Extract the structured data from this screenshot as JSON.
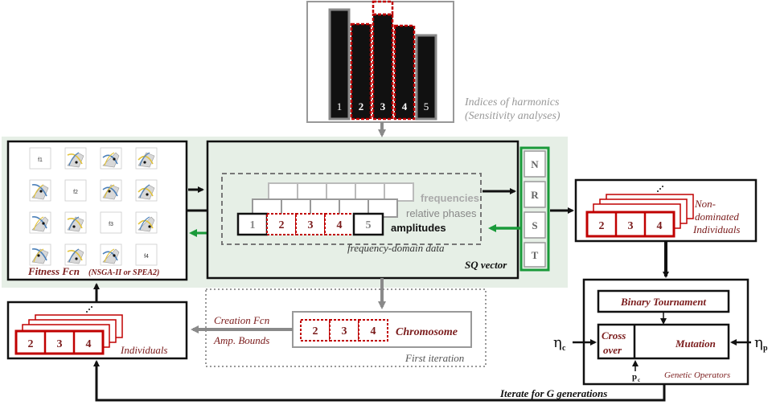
{
  "colors": {
    "red": "#c00000",
    "dark_red": "#7a1b1b",
    "green": "#1a9a3a",
    "panel": "#e6efe6",
    "gray": "#888888",
    "black": "#111111"
  },
  "harmonics": {
    "bar_labels": [
      "1",
      "2",
      "3",
      "4",
      "5"
    ],
    "caption_line1": "Indices of harmonics",
    "caption_line2": "(Sensitivity analyses)"
  },
  "fitness": {
    "title": "Fitness Fcn",
    "subtitle": "(NSGA-II or SPEA2)",
    "diag_labels": [
      "f1",
      "f2",
      "f3",
      "f4"
    ]
  },
  "sq": {
    "cells": [
      "1",
      "2",
      "3",
      "4",
      "5"
    ],
    "amplitudes": "amplitudes",
    "relative_phases": "relative phases",
    "frequencies": "frequencies",
    "frequency_domain": "frequency-domain data",
    "vector_label": "SQ vector",
    "nrst": [
      "N",
      "R",
      "S",
      "T"
    ]
  },
  "nondominated": {
    "cells": [
      "2",
      "3",
      "4"
    ],
    "label_line1": "Non-",
    "label_line2": "dominated",
    "label_line3": "Individuals"
  },
  "genetic": {
    "binary_tournament": "Binary Tournament",
    "cross": "Cross",
    "over": "over",
    "mutation": "Mutation",
    "label": "Genetic Operators",
    "eta_c": "η",
    "eta_c_sub": "c",
    "eta_p": "η",
    "eta_p_sub": "p",
    "pc": "p",
    "pc_sub": "c"
  },
  "individuals": {
    "cells": [
      "2",
      "3",
      "4"
    ],
    "label": "Individuals"
  },
  "chromosome": {
    "cells": [
      "2",
      "3",
      "4"
    ],
    "label": "Chromosome",
    "first_iteration": "First iteration",
    "creation_fcn": "Creation Fcn",
    "amp_bounds": "Amp. Bounds"
  },
  "iterate": "Iterate for G generations"
}
